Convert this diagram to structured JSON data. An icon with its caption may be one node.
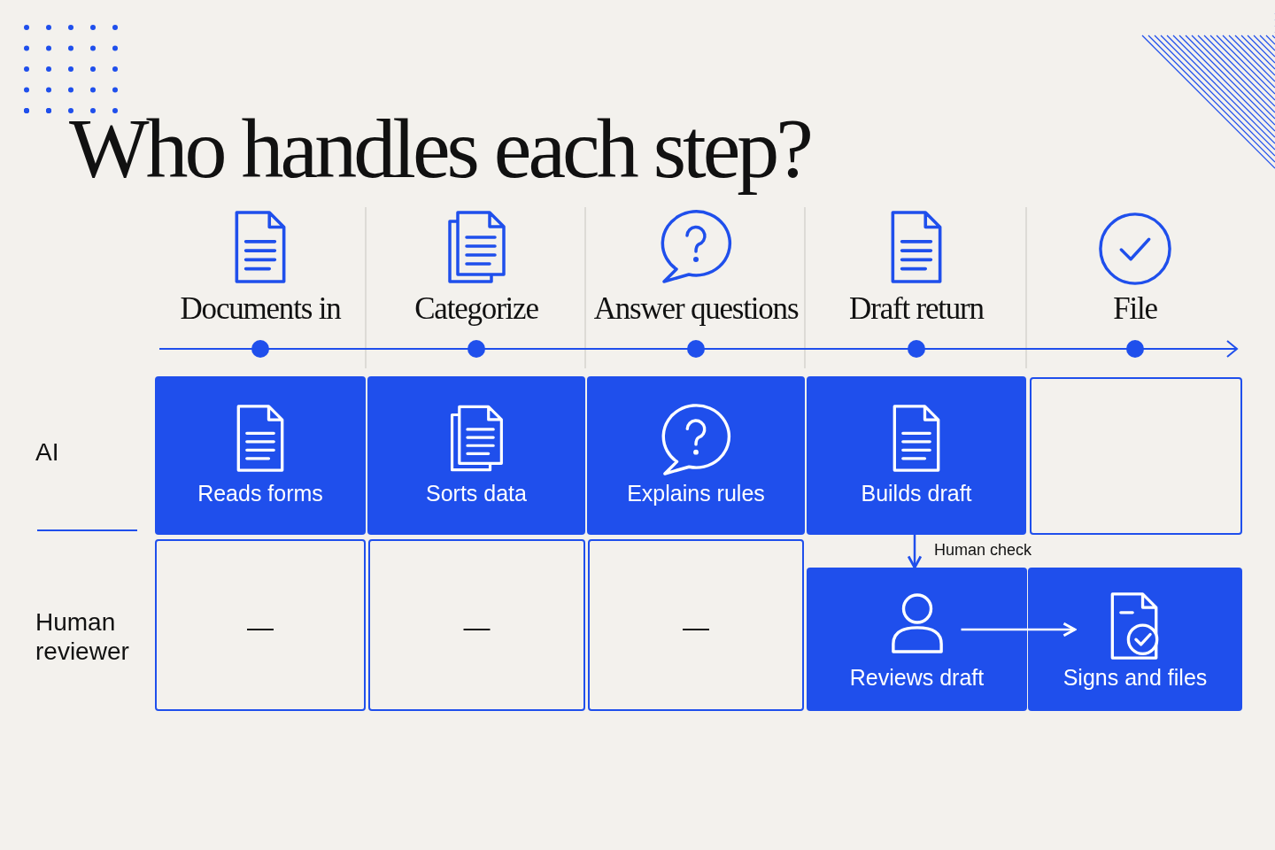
{
  "diagram": {
    "title": "Who handles each step?",
    "nodes": [
      {
        "text": [
          "Reads forms"
        ]
      },
      {
        "text": [
          "Sorts data"
        ]
      },
      {
        "text": [
          "Explains rules"
        ]
      },
      {
        "text": [
          "Builds draft"
        ]
      },
      {
        "text": [],
        "shape": "box"
      },
      {
        "text": [
          "—"
        ]
      },
      {
        "text": [
          "—"
        ]
      },
      {
        "text": [
          "—"
        ]
      },
      {
        "text": [
          "Reviews draft"
        ]
      },
      {
        "text": [
          "Signs and files"
        ]
      }
    ],
    "edges": [
      {
        "from": 3,
        "to": 8,
        "arrow": "to",
        "label": "Human check"
      },
      {
        "from": 8,
        "to": 9,
        "arrow": "to",
        "color": "#ffffff"
      }
    ],
    "labels": [
      "Documents in",
      "Categorize",
      "Answer questions",
      "Draft return",
      "File",
      "AI",
      "Human reviewer"
    ]
  }
}
